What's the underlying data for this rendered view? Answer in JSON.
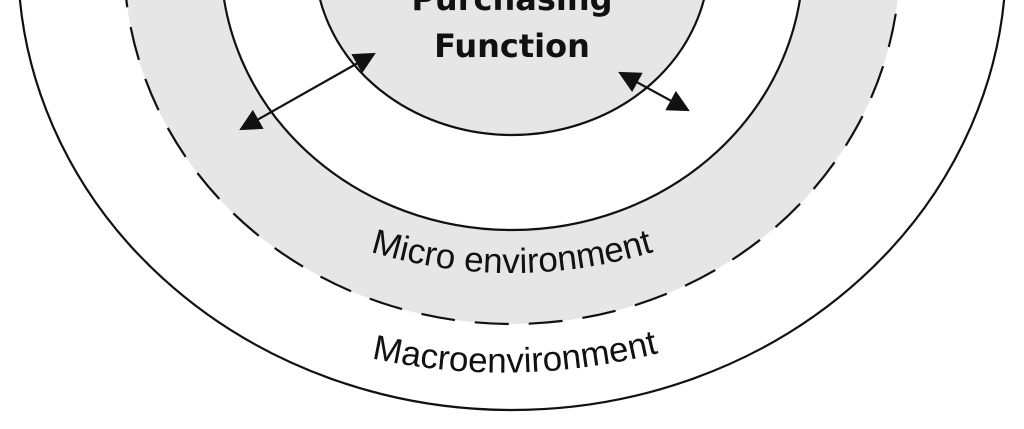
{
  "diagram": {
    "center_label_line1": "Purchasing",
    "center_label_line2": "Function",
    "micro_label": "Micro environment",
    "macro_label": "Macroenvironment",
    "colors": {
      "shaded_fill": "#e6e6e6",
      "white_fill": "#ffffff",
      "stroke": "#111111"
    }
  }
}
